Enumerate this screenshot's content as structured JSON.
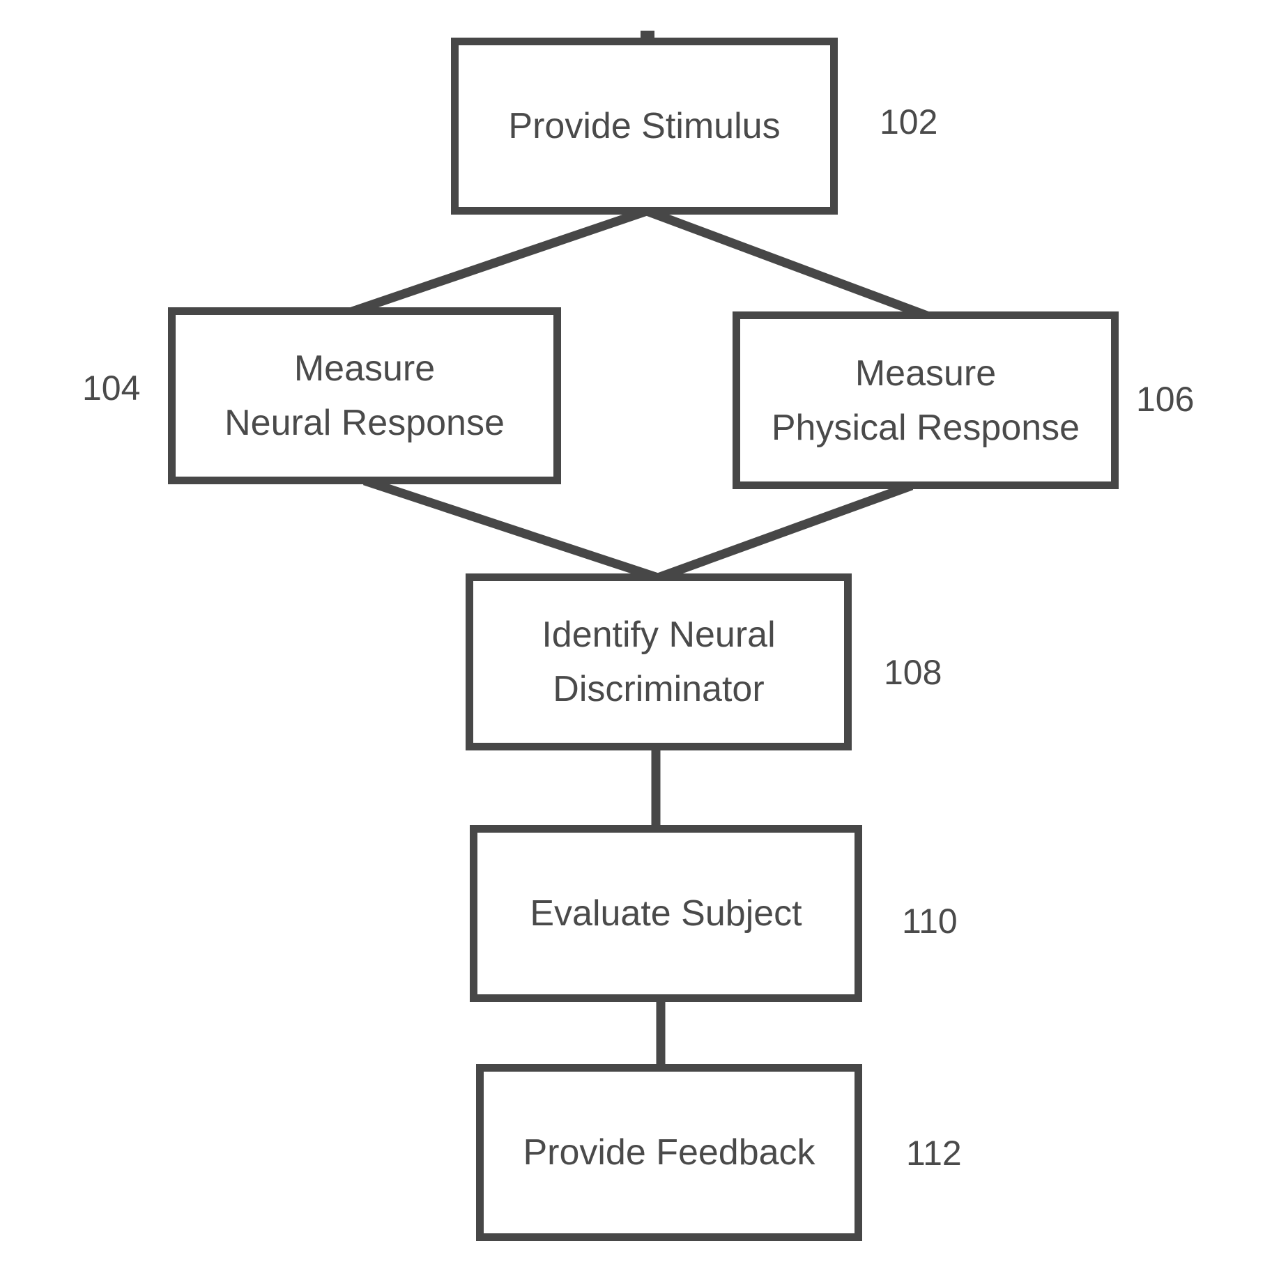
{
  "diagram": {
    "type": "flowchart",
    "background": "#ffffff",
    "stroke_color": "#474747",
    "text_color": "#4a4a4a",
    "nodes": [
      {
        "ref": "102",
        "lines": [
          "Provide Stimulus"
        ]
      },
      {
        "ref": "104",
        "lines": [
          "Measure",
          "Neural Response"
        ]
      },
      {
        "ref": "106",
        "lines": [
          "Measure",
          "Physical Response"
        ]
      },
      {
        "ref": "108",
        "lines": [
          "Identify Neural",
          "Discriminator"
        ]
      },
      {
        "ref": "110",
        "lines": [
          "Evaluate Subject"
        ]
      },
      {
        "ref": "112",
        "lines": [
          "Provide Feedback"
        ]
      }
    ],
    "edges": [
      {
        "from": "102",
        "to": "104"
      },
      {
        "from": "102",
        "to": "106"
      },
      {
        "from": "104",
        "to": "108"
      },
      {
        "from": "106",
        "to": "108"
      },
      {
        "from": "108",
        "to": "110"
      },
      {
        "from": "110",
        "to": "112"
      }
    ]
  }
}
